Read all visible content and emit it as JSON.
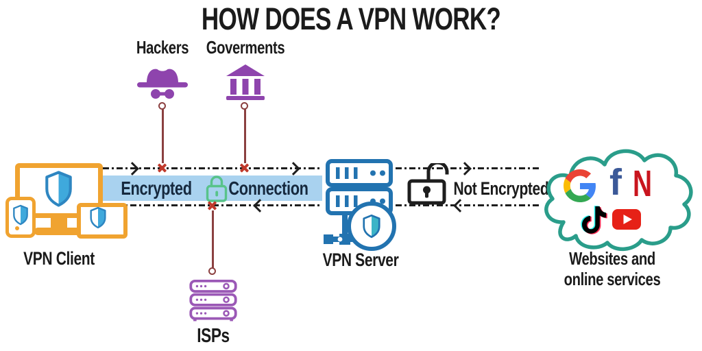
{
  "title": "HOW DOES A VPN WORK?",
  "threats": {
    "hackers": {
      "label": "Hackers",
      "icon": "spy-hat-glasses-icon"
    },
    "governments": {
      "label": "Goverments",
      "icon": "government-building-icon"
    },
    "isps": {
      "label": "ISPs",
      "icon": "isp-server-stack-icon"
    }
  },
  "vpn_client": {
    "label": "VPN Client",
    "devices": [
      "desktop-monitor",
      "smartphone",
      "tablet"
    ],
    "shield_icon": "vpn-shield-icon"
  },
  "vpn_server": {
    "label": "VPN Server",
    "icon": "server-rack-with-shield-icon"
  },
  "tunnel": {
    "encrypted_word_left": "Encrypted",
    "encrypted_word_right": "Connection",
    "closed_lock_icon": "closed-padlock-icon",
    "not_encrypted_label": "Not Encrypted",
    "open_lock_icon": "open-padlock-icon"
  },
  "websites": {
    "label_line1": "Websites and",
    "label_line2": "online services",
    "cloud_icon": "cloud-outline-icon",
    "brands": [
      "Google",
      "Facebook",
      "Netflix",
      "TikTok",
      "YouTube"
    ]
  },
  "colors": {
    "threat_purple": "#8E44AD",
    "device_orange": "#F0A330",
    "shield_blue": "#2E86C1",
    "band_blue": "#A9D2EF",
    "lock_green": "#58C38A",
    "server_blue": "#2273B0",
    "cloud_teal": "#2A9D8A",
    "connector_red": "#8B4040",
    "x_mark_red": "#C0392B",
    "line_black": "#1E1E1E",
    "facebook_blue": "#3B5998",
    "netflix_red": "#C9151E",
    "youtube_red": "#E62117"
  }
}
